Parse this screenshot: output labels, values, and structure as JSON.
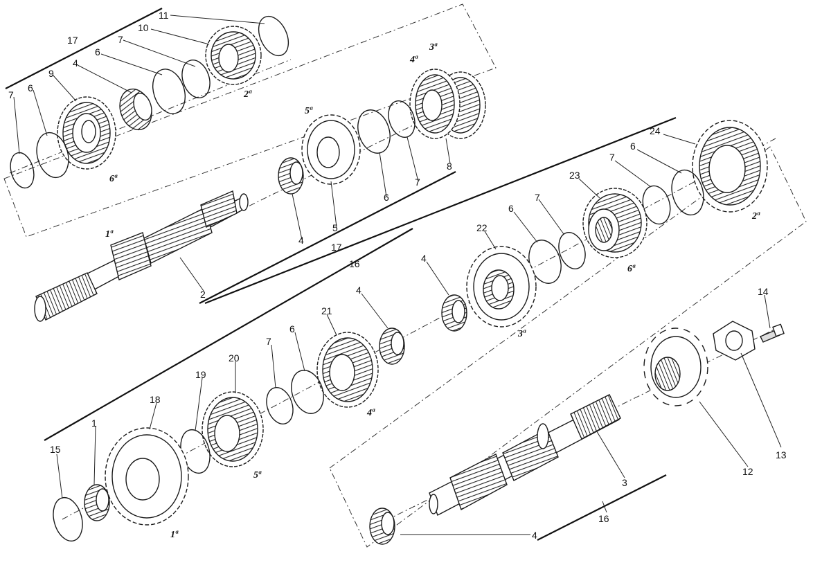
{
  "diagram": {
    "part_numbers": [
      "1",
      "2",
      "3",
      "4",
      "5",
      "6",
      "7",
      "8",
      "9",
      "10",
      "11",
      "12",
      "13",
      "14",
      "15",
      "16",
      "17",
      "18",
      "19",
      "20",
      "21",
      "22",
      "23",
      "24"
    ],
    "callouts": [
      {
        "id": "c11a",
        "text": "11"
      },
      {
        "id": "c10a",
        "text": "10"
      },
      {
        "id": "c17a",
        "text": "17"
      },
      {
        "id": "c7a",
        "text": "7"
      },
      {
        "id": "c6a",
        "text": "6"
      },
      {
        "id": "c4a",
        "text": "4"
      },
      {
        "id": "c9a",
        "text": "9"
      },
      {
        "id": "c6b",
        "text": "6"
      },
      {
        "id": "c7b",
        "text": "7"
      },
      {
        "id": "c5a",
        "text": "5"
      },
      {
        "id": "c4b",
        "text": "4"
      },
      {
        "id": "c17b",
        "text": "17"
      },
      {
        "id": "c6c",
        "text": "6"
      },
      {
        "id": "c7c",
        "text": "7"
      },
      {
        "id": "c8a",
        "text": "8"
      },
      {
        "id": "c2a",
        "text": "2"
      },
      {
        "id": "c16a",
        "text": "16"
      },
      {
        "id": "c24a",
        "text": "24"
      },
      {
        "id": "c6d",
        "text": "6"
      },
      {
        "id": "c7d",
        "text": "7"
      },
      {
        "id": "c23a",
        "text": "23"
      },
      {
        "id": "c6e",
        "text": "6"
      },
      {
        "id": "c7e",
        "text": "7"
      },
      {
        "id": "c22a",
        "text": "22"
      },
      {
        "id": "c4c",
        "text": "4"
      },
      {
        "id": "c4d",
        "text": "4"
      },
      {
        "id": "c21a",
        "text": "21"
      },
      {
        "id": "c6f",
        "text": "6"
      },
      {
        "id": "c7f",
        "text": "7"
      },
      {
        "id": "c20a",
        "text": "20"
      },
      {
        "id": "c19a",
        "text": "19"
      },
      {
        "id": "c18a",
        "text": "18"
      },
      {
        "id": "c1a",
        "text": "1"
      },
      {
        "id": "c15a",
        "text": "15"
      },
      {
        "id": "c14a",
        "text": "14"
      },
      {
        "id": "c13a",
        "text": "13"
      },
      {
        "id": "c12a",
        "text": "12"
      },
      {
        "id": "c3a",
        "text": "3"
      },
      {
        "id": "c16b",
        "text": "16"
      },
      {
        "id": "c4e",
        "text": "4"
      }
    ],
    "gear_labels": [
      {
        "id": "g2a",
        "text": "2ª"
      },
      {
        "id": "g4a",
        "text": "4ª"
      },
      {
        "id": "g3a",
        "text": "3ª"
      },
      {
        "id": "g5a",
        "text": "5ª"
      },
      {
        "id": "g6a",
        "text": "6ª"
      },
      {
        "id": "g1a",
        "text": "1ª"
      },
      {
        "id": "g6b",
        "text": "6ª"
      },
      {
        "id": "g2b",
        "text": "2ª"
      },
      {
        "id": "g3b",
        "text": "3ª"
      },
      {
        "id": "g4b",
        "text": "4ª"
      },
      {
        "id": "g5b",
        "text": "5ª"
      },
      {
        "id": "g1b",
        "text": "1ª"
      }
    ],
    "colors": {
      "ink": "#1a1a1a",
      "paper": "#ffffff",
      "shade": "#9a9a9a",
      "dark": "#3a3a3a"
    }
  }
}
